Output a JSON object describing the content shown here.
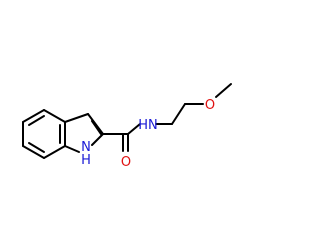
{
  "colors": {
    "bond": "#000000",
    "nitrogen": "#1a1ad6",
    "oxygen": "#e01010"
  },
  "labels": {
    "amide_nh": "HN",
    "carbonyl_o": "O",
    "ether_o": "O",
    "ring_n": "N",
    "ring_h": "H"
  }
}
